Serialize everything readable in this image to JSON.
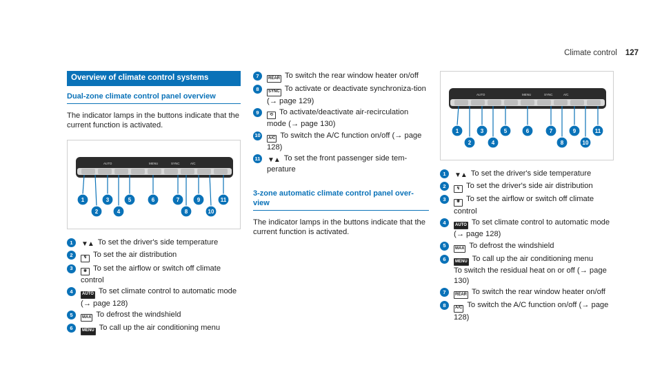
{
  "header": {
    "section": "Climate control",
    "page": "127"
  },
  "col1": {
    "heading": "Overview of climate control systems",
    "subheading": "Dual-zone climate control panel overview",
    "intro": "The indicator lamps in the buttons indicate that the current function is activated.",
    "figure": {
      "panel_labels": [
        "AUTO",
        "MENU",
        "SYNC",
        "A/C"
      ],
      "callouts": [
        "1",
        "2",
        "3",
        "4",
        "5",
        "6",
        "7",
        "8",
        "9",
        "10",
        "11"
      ]
    },
    "items": [
      {
        "n": "1",
        "icon": "temperature-icon",
        "symbol": "▼▲",
        "text": "To set the driver's side temperature"
      },
      {
        "n": "2",
        "icon": "air-distribution-icon",
        "symbol": "↯",
        "text": "To set the air distribution"
      },
      {
        "n": "3",
        "icon": "airflow-icon",
        "symbol": "❋",
        "text": "To set the airflow or switch off climate control"
      },
      {
        "n": "4",
        "icon": "auto-icon",
        "symbol": "AUTO",
        "text": "To set climate control to automatic mode (→ page 128)"
      },
      {
        "n": "5",
        "icon": "defrost-windshield-icon",
        "symbol": "MAX",
        "text": "To defrost the windshield"
      },
      {
        "n": "6",
        "icon": "menu-icon",
        "symbol": "MENU",
        "text": "To call up the air conditioning menu"
      }
    ]
  },
  "col2": {
    "items": [
      {
        "n": "7",
        "icon": "rear-window-heater-icon",
        "symbol": "REAR",
        "text": "To switch the rear window heater on/off"
      },
      {
        "n": "8",
        "icon": "sync-icon",
        "symbol": "SYNC",
        "text": "To activate or deactivate synchroniza-tion (→ page 129)"
      },
      {
        "n": "9",
        "icon": "air-recirculation-icon",
        "symbol": "⟲",
        "text": "To activate/deactivate air-recirculation mode (→ page 130)"
      },
      {
        "n": "10",
        "icon": "ac-icon",
        "symbol": "A/C",
        "text": "To switch the A/C function on/off (→ page 128)"
      },
      {
        "n": "11",
        "icon": "temperature-icon",
        "symbol": "▼▲",
        "text": "To set the front passenger side tem-perature"
      }
    ],
    "subheading": "3-zone automatic climate control panel over-view",
    "intro": "The indicator lamps in the buttons indicate that the current function is activated."
  },
  "col3": {
    "figure": {
      "panel_labels": [
        "AUTO",
        "MENU",
        "SYNC",
        "A/C"
      ],
      "callouts": [
        "1",
        "2",
        "3",
        "4",
        "5",
        "6",
        "7",
        "8",
        "9",
        "10",
        "11"
      ]
    },
    "items": [
      {
        "n": "1",
        "icon": "temperature-icon",
        "symbol": "▼▲",
        "text": "To set the driver's side temperature"
      },
      {
        "n": "2",
        "icon": "air-distribution-icon",
        "symbol": "↯",
        "text": "To set the driver's side air distribution"
      },
      {
        "n": "3",
        "icon": "airflow-icon",
        "symbol": "❋",
        "text": "To set the airflow or switch off climate control"
      },
      {
        "n": "4",
        "icon": "auto-icon",
        "symbol": "AUTO",
        "text": "To set climate control to automatic mode (→ page 128)"
      },
      {
        "n": "5",
        "icon": "defrost-windshield-icon",
        "symbol": "MAX",
        "text": "To defrost the windshield"
      },
      {
        "n": "6",
        "icon": "menu-rest-icon",
        "symbol": "MENU",
        "text": "To call up the air conditioning menu",
        "extra": "To switch the residual heat on or off (→ page 130)"
      },
      {
        "n": "7",
        "icon": "rear-window-heater-icon",
        "symbol": "REAR",
        "text": "To switch the rear window heater on/off"
      },
      {
        "n": "8",
        "icon": "ac-icon",
        "symbol": "A/C",
        "text": "To switch the A/C function on/off (→ page 128)"
      }
    ]
  },
  "colors": {
    "accent": "#0a72b8",
    "panel": "#2b2b2b"
  }
}
